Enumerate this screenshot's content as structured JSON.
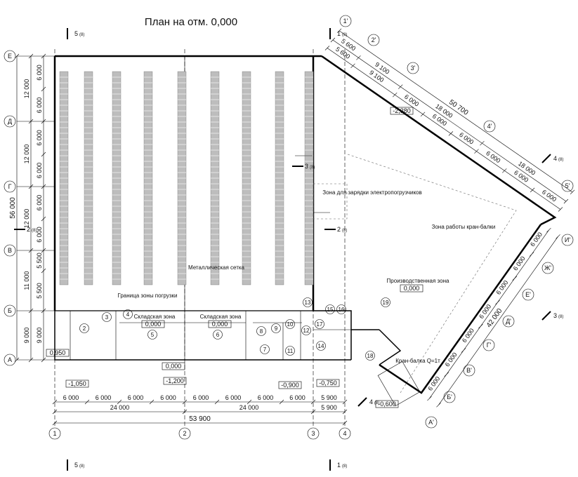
{
  "title": "План на отм. 0,000",
  "axes_bottom": [
    "1",
    "2",
    "3",
    "4"
  ],
  "axes_left": [
    "Е",
    "Д",
    "Г",
    "В",
    "Б",
    "А"
  ],
  "axes_diag_top": [
    "1'",
    "2'",
    "3'",
    "4'",
    "5'"
  ],
  "axes_diag_right": [
    "И'",
    "Ж'",
    "Е'",
    "Д'",
    "Г'",
    "В'",
    "Б'",
    "А'"
  ],
  "dims_bottom_row1": [
    "6 000",
    "6 000",
    "6 000",
    "6 000",
    "6 000",
    "6 000",
    "6 000",
    "6 000",
    "5 900"
  ],
  "dims_bottom_row2": [
    "24 000",
    "24 000",
    "5 900"
  ],
  "dims_bottom_total": "53 900",
  "dims_left_inner": [
    "6 000",
    "6 000",
    "6 000",
    "6 000",
    "6 000",
    "6 000",
    "5 500",
    "5 500",
    "9 000"
  ],
  "dims_left_mid": [
    "12 000",
    "12 000",
    "12 000",
    "11 000",
    "9 000"
  ],
  "dims_left_total": "56 000",
  "dims_top_diag_row1": [
    "5 600",
    "9 100",
    "6 000",
    "6 000",
    "6 000",
    "6 000",
    "6 000",
    "6 000"
  ],
  "dims_top_diag_row2": [
    "5 600",
    "9 100",
    "18 000",
    "18 000"
  ],
  "dims_top_diag_total": "50 700",
  "dims_right_diag_row1": [
    "6 000",
    "6 000",
    "6 000",
    "6 000",
    "6 000",
    "6 000",
    "6 000"
  ],
  "dims_right_diag_total": "42 000",
  "sections": [
    {
      "num": "5",
      "sub": "(8)"
    },
    {
      "num": "1",
      "sub": "(8)"
    },
    {
      "num": "2",
      "sub": "(8)"
    },
    {
      "num": "3",
      "sub": "(8)"
    },
    {
      "num": "4",
      "sub": "(8)"
    },
    {
      "num": "5",
      "sub": "(8)"
    },
    {
      "num": "1",
      "sub": "(8)"
    },
    {
      "num": "4",
      "sub": "(8)"
    },
    {
      "num": "2",
      "sub": "(8)"
    },
    {
      "num": "3",
      "sub": "(8)"
    }
  ],
  "zones": {
    "storage1": "Складская зона",
    "storage2": "Складская зона",
    "production": "Производственная зона",
    "charging": "Зона для зарядки электропогрузчиков",
    "crane_work": "Зона работы кран-балки",
    "crane": "Кран-балка Q=1т",
    "mesh": "Металлическая сетка",
    "loading": "Граница зоны погрузки"
  },
  "elevations": [
    "0,000",
    "0,000",
    "0,000",
    "0,000",
    "-1,050",
    "-1,200",
    "-0,900",
    "-0,750",
    "-0,600",
    "0,950",
    "-2,380",
    "0,000"
  ],
  "rooms": [
    "2",
    "3",
    "4",
    "5",
    "6",
    "7",
    "8",
    "9",
    "10",
    "11",
    "12",
    "13",
    "14",
    "15",
    "16",
    "17",
    "18",
    "19"
  ]
}
